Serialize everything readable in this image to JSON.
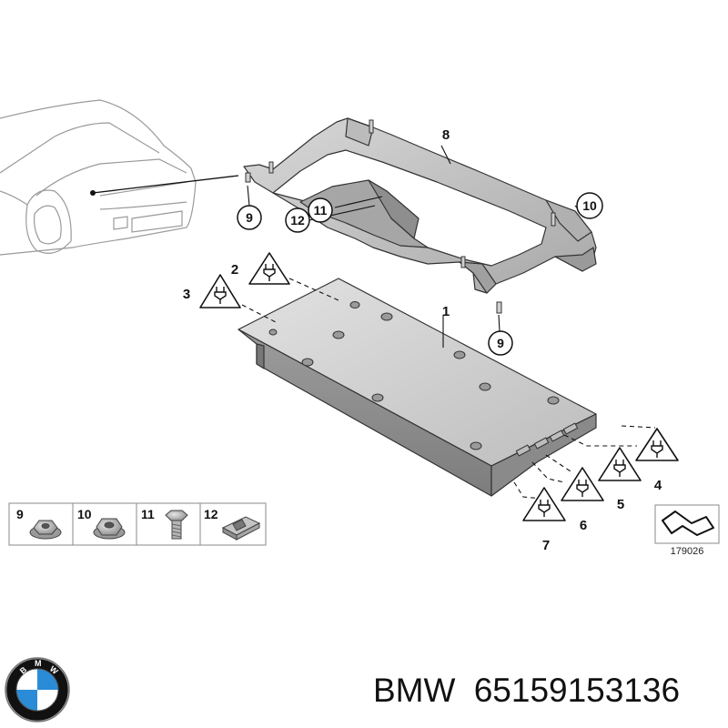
{
  "callouts": {
    "c1": "1",
    "c2": "2",
    "c3": "3",
    "c4": "4",
    "c5": "5",
    "c6": "6",
    "c7": "7",
    "c8": "8",
    "c9a": "9",
    "c9b": "9",
    "c10": "10",
    "c11": "11",
    "c12": "12"
  },
  "legend": {
    "items": [
      {
        "number": "9"
      },
      {
        "number": "10"
      },
      {
        "number": "11"
      },
      {
        "number": "12"
      }
    ]
  },
  "reference_number": "179026",
  "footer": {
    "brand": "BMW",
    "part_number": "65159153136"
  },
  "logo": {
    "letters": "BMW",
    "colors": {
      "blue": "#2a8bd6",
      "black": "#111111",
      "white": "#ffffff"
    }
  },
  "colors": {
    "part_fill": "#c9c9c9",
    "part_dark": "#9a9a9a",
    "part_light": "#e3e3e3",
    "outline": "#222222"
  }
}
